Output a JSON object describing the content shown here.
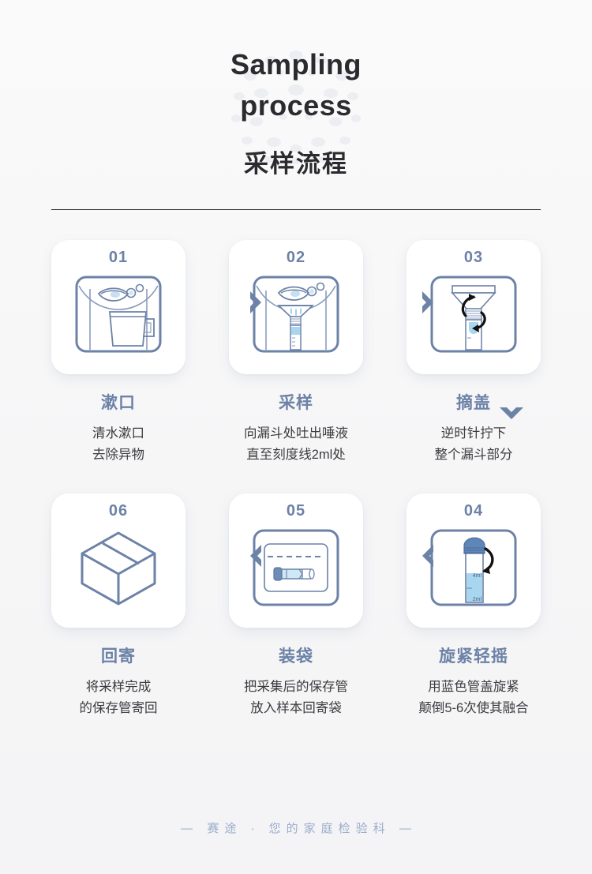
{
  "header": {
    "title_en_line1": "Sampling",
    "title_en_line2": "process",
    "title_cn": "采样流程",
    "decoration": "dot-cluster-circle"
  },
  "colors": {
    "accent": "#6c82a6",
    "accent_light": "#9aaccb",
    "text_dark": "#2b2b2f",
    "body_text": "#3c3c40",
    "card_bg": "#ffffff",
    "page_bg": "#f7f7f9",
    "liquid_blue": "#a9d6ef",
    "cap_blue": "#4f7fb5",
    "dot_gray": "#ecedf1"
  },
  "steps_row1": [
    {
      "number": "01",
      "icon": "mouth-rinse-cup-icon",
      "title": "漱口",
      "desc": "清水漱口\n去除异物"
    },
    {
      "number": "02",
      "icon": "spit-into-funnel-tube-icon",
      "title": "采样",
      "desc": "向漏斗处吐出唾液\n直至刻度线2ml处"
    },
    {
      "number": "03",
      "icon": "unscrew-funnel-icon",
      "title": "摘盖",
      "desc": "逆时针拧下\n整个漏斗部分"
    }
  ],
  "steps_row2": [
    {
      "number": "06",
      "icon": "shipping-box-icon",
      "title": "回寄",
      "desc": "将采样完成\n的保存管寄回"
    },
    {
      "number": "05",
      "icon": "sample-bag-with-tube-icon",
      "title": "装袋",
      "desc": "把采集后的保存管\n放入样本回寄袋"
    },
    {
      "number": "04",
      "icon": "capped-tube-shake-icon",
      "title": "旋紧轻摇",
      "desc": "用蓝色管盖旋紧\n颠倒5-6次使其融合"
    }
  ],
  "tube_marks": {
    "mark_4ml": "4ml",
    "mark_2ml": "2ml"
  },
  "connectors": {
    "right_chevron": "chevron-right-icon",
    "left_chevron": "chevron-left-icon",
    "down_chevron": "chevron-down-icon"
  },
  "footer": {
    "text": "— 赛途 · 您的家庭检验科 —"
  }
}
